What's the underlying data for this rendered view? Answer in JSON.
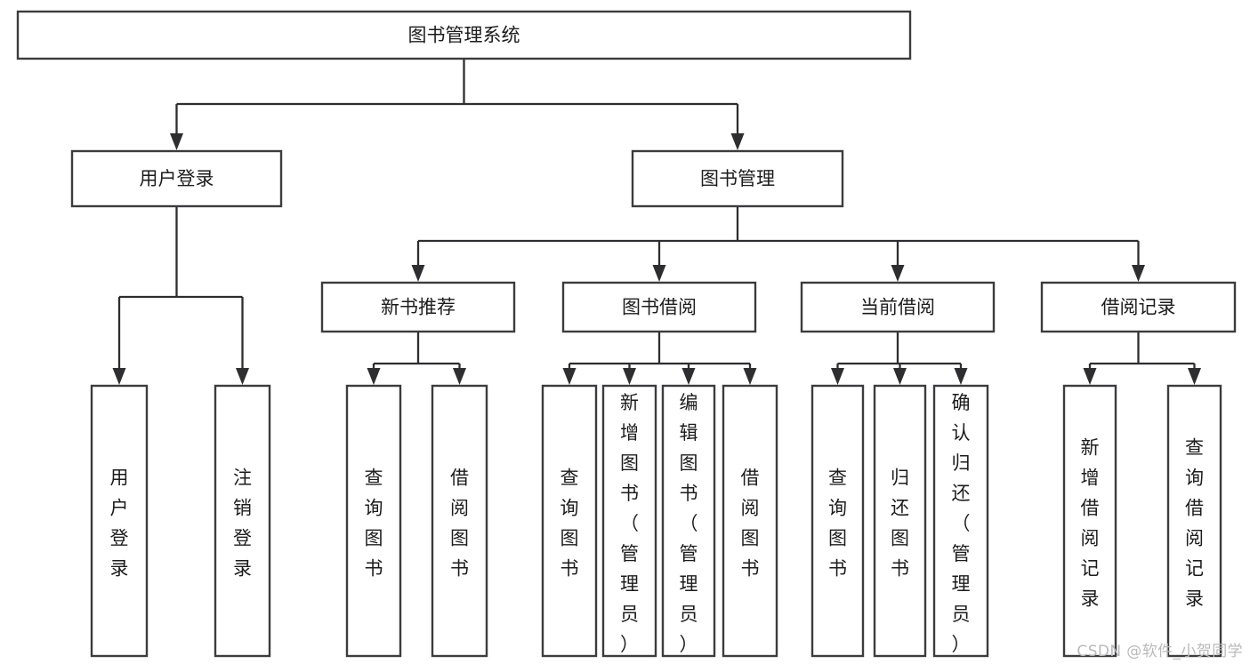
{
  "diagram": {
    "title": "图书管理系统",
    "type": "tree",
    "orientation": "top-down",
    "colors": {
      "background": "#ffffff",
      "box_fill": "#ffffff",
      "box_border": "#3c3c3e",
      "connector": "#2e2e30",
      "text": "#1c1c1e",
      "watermark": "#b9b9bb"
    },
    "levels": [
      {
        "level": 1,
        "nodes": [
          {
            "id": "root",
            "label": "图书管理系统",
            "text_orientation": "horizontal"
          }
        ]
      },
      {
        "level": 2,
        "nodes": [
          {
            "id": "user-login",
            "label": "用户登录",
            "text_orientation": "horizontal",
            "parent": "root"
          },
          {
            "id": "book-manage",
            "label": "图书管理",
            "text_orientation": "horizontal",
            "parent": "root"
          }
        ]
      },
      {
        "level": 3,
        "nodes": [
          {
            "id": "new-book-rec",
            "label": "新书推荐",
            "text_orientation": "horizontal",
            "parent": "book-manage"
          },
          {
            "id": "book-borrow",
            "label": "图书借阅",
            "text_orientation": "horizontal",
            "parent": "book-manage"
          },
          {
            "id": "current-borrow",
            "label": "当前借阅",
            "text_orientation": "horizontal",
            "parent": "book-manage"
          },
          {
            "id": "borrow-record",
            "label": "借阅记录",
            "text_orientation": "horizontal",
            "parent": "book-manage"
          }
        ]
      },
      {
        "level": 4,
        "nodes": [
          {
            "id": "leaf-user-login",
            "label": "用户登录",
            "text_orientation": "vertical",
            "parent": "user-login"
          },
          {
            "id": "leaf-logout",
            "label": "注销登录",
            "text_orientation": "vertical",
            "parent": "user-login"
          },
          {
            "id": "leaf-query-book-1",
            "label": "查询图书",
            "text_orientation": "vertical",
            "parent": "new-book-rec"
          },
          {
            "id": "leaf-borrow-book-1",
            "label": "借阅图书",
            "text_orientation": "vertical",
            "parent": "new-book-rec"
          },
          {
            "id": "leaf-query-book-2",
            "label": "查询图书",
            "text_orientation": "vertical",
            "parent": "book-borrow"
          },
          {
            "id": "leaf-add-book",
            "label": "新增图书（管理员）",
            "text_orientation": "vertical",
            "parent": "book-borrow"
          },
          {
            "id": "leaf-edit-book",
            "label": "编辑图书（管理员）",
            "text_orientation": "vertical",
            "parent": "book-borrow"
          },
          {
            "id": "leaf-borrow-book-2",
            "label": "借阅图书",
            "text_orientation": "vertical",
            "parent": "book-borrow"
          },
          {
            "id": "leaf-query-book-3",
            "label": "查询图书",
            "text_orientation": "vertical",
            "parent": "current-borrow"
          },
          {
            "id": "leaf-return-book",
            "label": "归还图书",
            "text_orientation": "vertical",
            "parent": "current-borrow"
          },
          {
            "id": "leaf-confirm-return",
            "label": "确认归还（管理员）",
            "text_orientation": "vertical",
            "parent": "current-borrow"
          },
          {
            "id": "leaf-add-record",
            "label": "新增借阅记录",
            "text_orientation": "vertical",
            "parent": "borrow-record"
          },
          {
            "id": "leaf-query-record",
            "label": "查询借阅记录",
            "text_orientation": "vertical",
            "parent": "borrow-record"
          }
        ]
      }
    ]
  },
  "watermark": {
    "text": "CSDN @软件_小贺同学"
  }
}
